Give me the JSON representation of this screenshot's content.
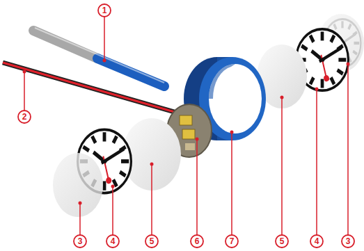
{
  "diagram": {
    "labels": [
      "1",
      "2",
      "3",
      "4",
      "5",
      "6",
      "7",
      "5",
      "4",
      "3"
    ]
  }
}
